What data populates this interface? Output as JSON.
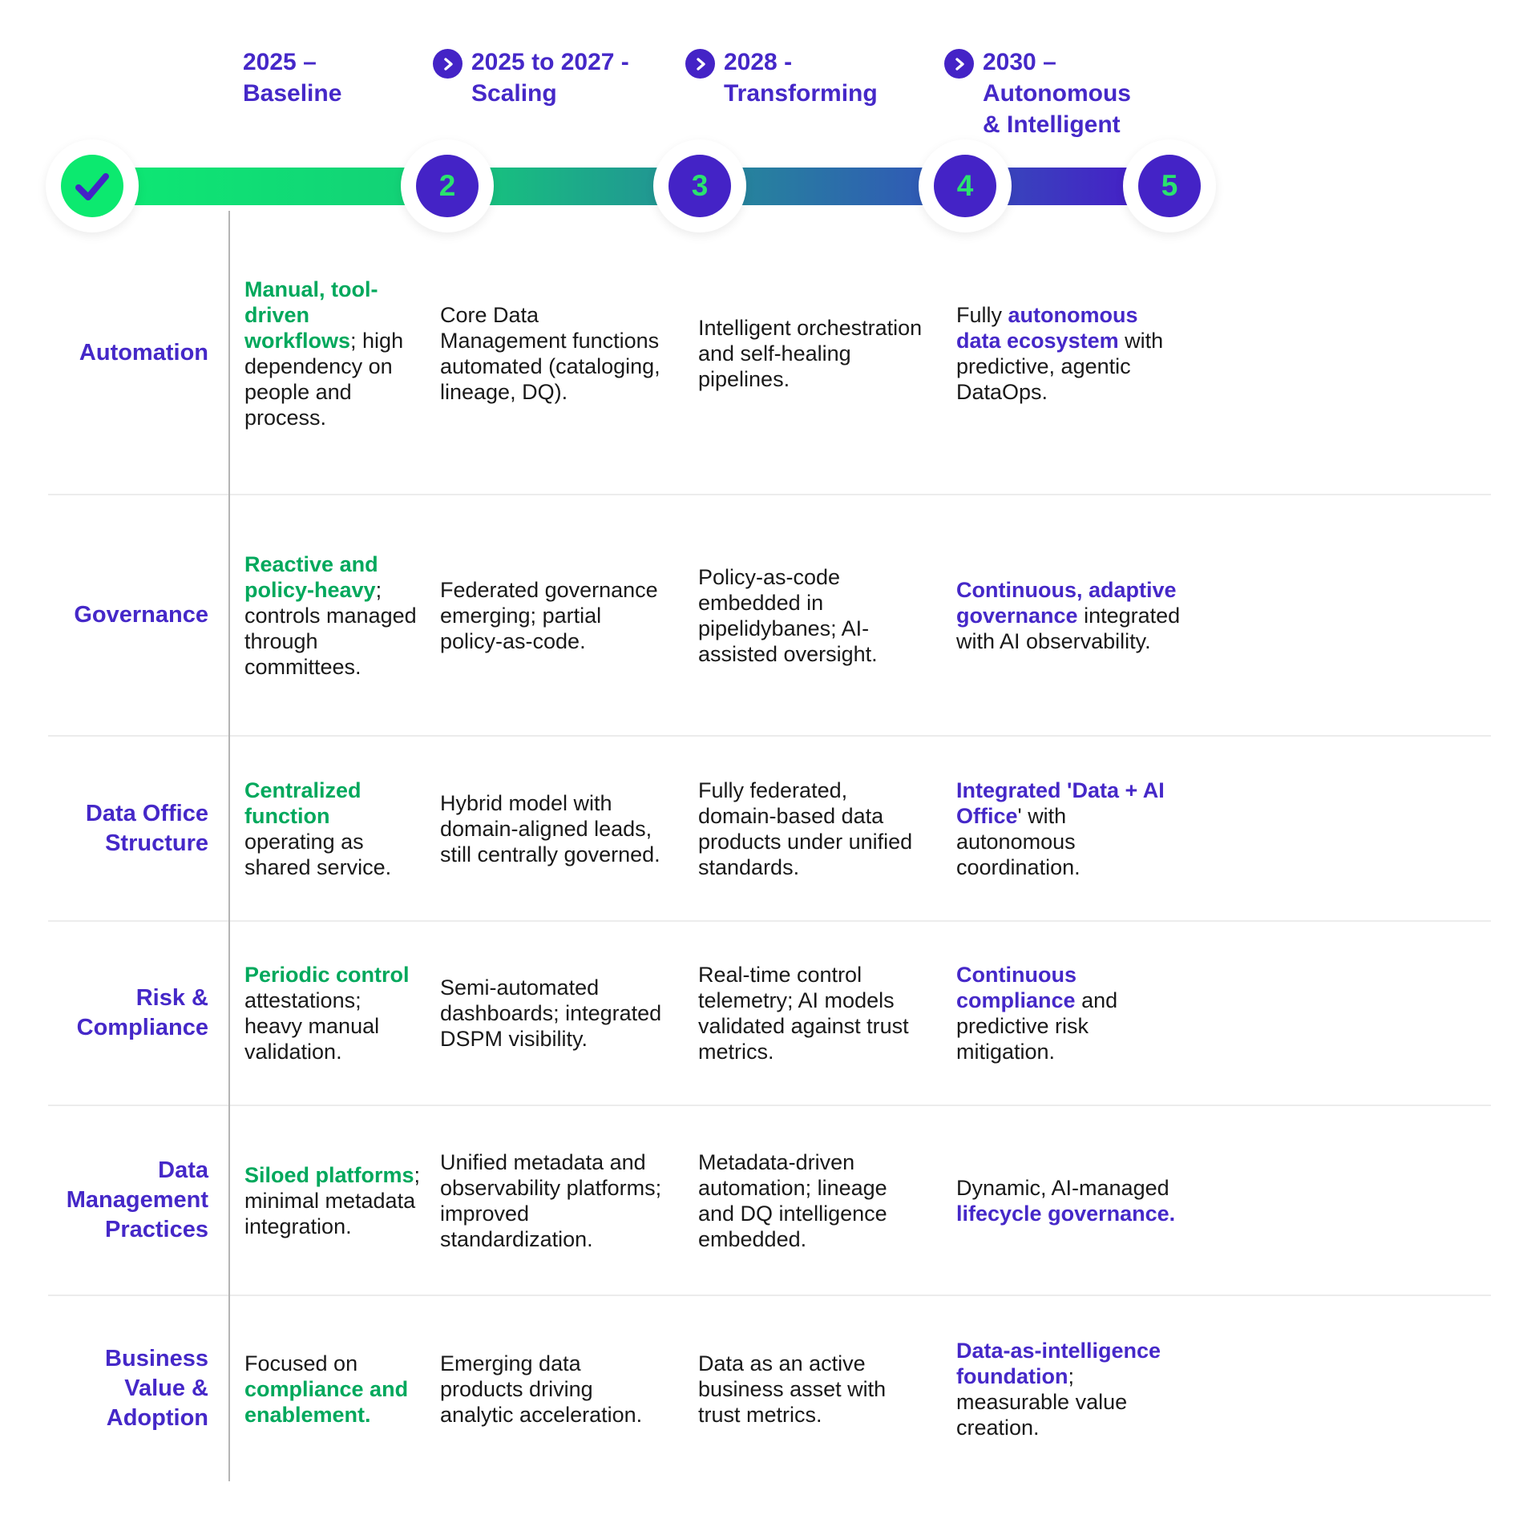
{
  "colors": {
    "purple": "#4528c8",
    "green_text": "#00a85c",
    "green_bright": "#0ce96f",
    "node_purple": "#4423c6",
    "number_green": "#2be26e",
    "body_text": "#191919"
  },
  "header": {
    "phases": [
      {
        "lines": [
          "2025 –",
          "Baseline"
        ]
      },
      {
        "lines": [
          "2025 to 2027 -",
          "Scaling"
        ]
      },
      {
        "lines": [
          "2028 -",
          "Transforming"
        ]
      },
      {
        "lines": [
          "2030 –",
          "Autonomous",
          "& Intelligent"
        ]
      }
    ]
  },
  "timeline": {
    "nodes": [
      {
        "type": "check",
        "label": ""
      },
      {
        "type": "number",
        "label": "2"
      },
      {
        "type": "number",
        "label": "3"
      },
      {
        "type": "number",
        "label": "4"
      },
      {
        "type": "number",
        "label": "5"
      }
    ]
  },
  "rows": [
    {
      "label": "Automation",
      "cells": [
        {
          "pre": "",
          "hl": "Manual, tool-driven workflows",
          "hlColor": "green",
          "post": "; high dependency on people and process."
        },
        {
          "pre": "Core Data Management functions automated (cataloging, lineage, DQ).",
          "hl": "",
          "post": ""
        },
        {
          "pre": "Intelligent orchestration and self-healing pipelines.",
          "hl": "",
          "post": ""
        },
        {
          "pre": "Fully ",
          "hl": "autonomous data ecosystem",
          "hlColor": "purple",
          "post": " with predictive, agentic DataOps."
        }
      ]
    },
    {
      "label": "Governance",
      "cells": [
        {
          "pre": "",
          "hl": "Reactive and policy-heavy",
          "hlColor": "green",
          "post": "; controls managed through committees."
        },
        {
          "pre": "Federated governance emerging; partial policy-as-code.",
          "hl": "",
          "post": ""
        },
        {
          "pre": "Policy-as-code embedded in pipelidybanes; AI-assisted oversight.",
          "hl": "",
          "post": ""
        },
        {
          "pre": "",
          "hl": "Continuous, adaptive governance",
          "hlColor": "purple",
          "post": " integrated with AI observability."
        }
      ]
    },
    {
      "label": "Data Office Structure",
      "cells": [
        {
          "pre": "",
          "hl": "Centralized function",
          "hlColor": "green",
          "post": " operating as shared service."
        },
        {
          "pre": "Hybrid model with domain-aligned leads, still centrally governed.",
          "hl": "",
          "post": ""
        },
        {
          "pre": "Fully federated, domain-based data products under unified standards.",
          "hl": "",
          "post": ""
        },
        {
          "pre": "",
          "hl": "Integrated 'Data + AI Office",
          "hlColor": "purple",
          "post": "' with autonomous coordination."
        }
      ]
    },
    {
      "label": "Risk & Compliance",
      "cells": [
        {
          "pre": "",
          "hl": "Periodic control",
          "hlColor": "green",
          "post": " attestations; heavy manual validation."
        },
        {
          "pre": "Semi-automated dashboards; integrated DSPM visibility.",
          "hl": "",
          "post": ""
        },
        {
          "pre": "Real-time control telemetry; AI models validated against trust metrics.",
          "hl": "",
          "post": ""
        },
        {
          "pre": "",
          "hl": "Continuous compliance",
          "hlColor": "purple",
          "post": " and predictive risk mitigation."
        }
      ]
    },
    {
      "label": "Data Management Practices",
      "cells": [
        {
          "pre": "",
          "hl": "Siloed platforms",
          "hlColor": "green",
          "post": "; minimal metadata integration."
        },
        {
          "pre": "Unified metadata and observability platforms; improved standardization.",
          "hl": "",
          "post": ""
        },
        {
          "pre": "Metadata-driven automation; lineage and DQ intelligence embedded.",
          "hl": "",
          "post": ""
        },
        {
          "pre": "Dynamic, AI-managed ",
          "hl": "lifecycle governance.",
          "hlColor": "purple",
          "post": ""
        }
      ]
    },
    {
      "label": "Business Value & Adoption",
      "cells": [
        {
          "pre": "Focused on ",
          "hl": "compliance and enablement.",
          "hlColor": "green",
          "post": ""
        },
        {
          "pre": "Emerging data products driving analytic acceleration.",
          "hl": "",
          "post": ""
        },
        {
          "pre": "Data as an active business asset with trust metrics.",
          "hl": "",
          "post": ""
        },
        {
          "pre": "",
          "hl": "Data-as-intelligence foundation",
          "hlColor": "purple",
          "post": "; measurable value creation."
        }
      ]
    }
  ]
}
